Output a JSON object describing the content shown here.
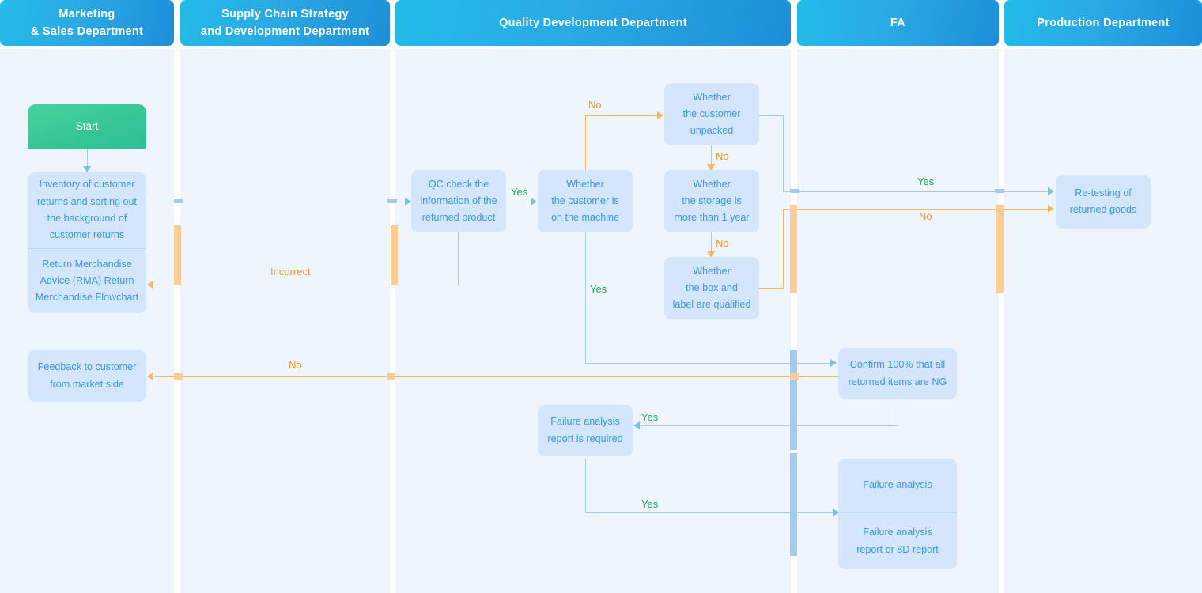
{
  "diagram": {
    "title": "Return Merchandise Advice (RMA) Return Merchandise Flowchart",
    "type": "swimlane-flowchart",
    "colors": {
      "lane_header_start": "#23bbe8",
      "lane_header_end": "#1e8fd8",
      "lane_background": "#eef5fd",
      "node_fill": "#d3e6fb",
      "node_text": "#3b97e0",
      "start_node_fill": "#37c695",
      "yes_label": "#22a355",
      "no_label": "#f29a2e",
      "blue_link": "#a8cdea",
      "orange_link": "#f5b95f",
      "page_background": "#ffffff"
    }
  },
  "lanes": [
    {
      "id": "marketing",
      "title_lines": [
        "Marketing",
        "& Sales Department"
      ]
    },
    {
      "id": "supply",
      "title_lines": [
        "Supply Chain Strategy",
        "and Development Department"
      ]
    },
    {
      "id": "quality",
      "title_lines": [
        "Quality Development Department"
      ]
    },
    {
      "id": "fa",
      "title_lines": [
        "FA"
      ]
    },
    {
      "id": "production",
      "title_lines": [
        "Production Department"
      ]
    }
  ],
  "nodes": {
    "start": {
      "label": "Start"
    },
    "inventory": {
      "lines": [
        "Inventory of customer",
        "returns and sorting out",
        "the background of",
        "customer returns"
      ]
    },
    "rma": {
      "lines": [
        "Return Merchandise",
        "Advice (RMA) Return",
        "Merchandise Flowchart"
      ]
    },
    "feedback": {
      "lines": [
        "Feedback to customer",
        "from market side"
      ]
    },
    "qc_check": {
      "lines": [
        "QC check the",
        "information of the",
        "returned product"
      ]
    },
    "on_machine": {
      "lines": [
        "Whether",
        "the customer is",
        "on the machine"
      ]
    },
    "unpacked": {
      "lines": [
        "Whether",
        "the customer",
        "unpacked"
      ]
    },
    "storage_1year": {
      "lines": [
        "Whether",
        "the storage is",
        "more than 1 year"
      ]
    },
    "box_label": {
      "lines": [
        "Whether",
        "the box and",
        "label are qualified"
      ]
    },
    "confirm_ng": {
      "lines": [
        "Confirm 100% that all",
        "returned items are NG"
      ]
    },
    "fa_required": {
      "lines": [
        "Failure analysis",
        "report is required"
      ]
    },
    "failure_top": {
      "lines": [
        "Failure analysis"
      ]
    },
    "failure_bottom": {
      "lines": [
        "Failure analysis",
        "report or 8D report"
      ]
    },
    "retest": {
      "lines": [
        "Re-testing of",
        "returned goods"
      ]
    }
  },
  "edge_labels": {
    "qc_yes": "Yes",
    "unpacked_no_in": "No",
    "unpacked_no_down": "No",
    "storage_no_down": "No",
    "machine_yes_down": "Yes",
    "incorrect": "Incorrect",
    "feedback_no": "No",
    "retest_yes": "Yes",
    "retest_no": "No",
    "fa_required_yes": "Yes",
    "failure_yes": "Yes"
  }
}
